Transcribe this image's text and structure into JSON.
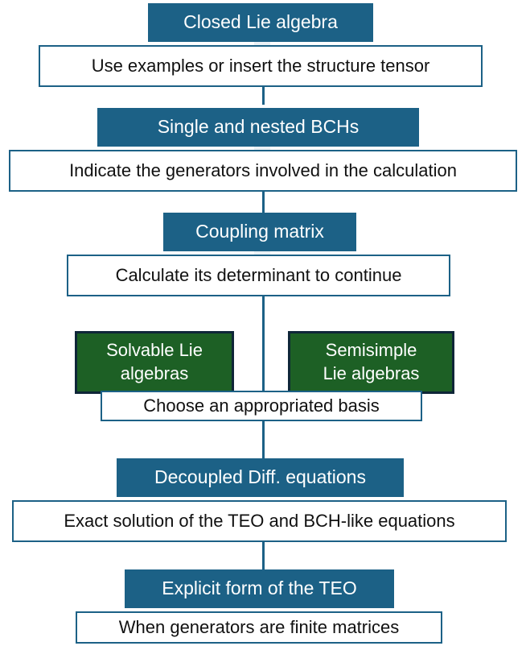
{
  "diagram": {
    "title": "Lie algebra time-evolution-operator solution flowchart",
    "type": "flowchart",
    "colors": {
      "header_fill": "#1c6186",
      "header_text": "#ffffff",
      "body_fill": "#ffffff",
      "body_border": "#1c6186",
      "body_text": "#111111",
      "green_fill": "#1d6025",
      "green_border": "#0f2638",
      "green_text": "#ffffff",
      "spine_band": "#eaf1f5",
      "connector": "#1c6186"
    },
    "steps": [
      {
        "id": "closed-lie-algebra",
        "header": "Closed Lie algebra",
        "body": "Use examples or insert the structure tensor"
      },
      {
        "id": "single-and-nested-bchs",
        "header": "Single and nested BCHs",
        "body": "Indicate the generators involved in the calculation"
      },
      {
        "id": "coupling-matrix",
        "header": "Coupling matrix",
        "body": "Calculate its determinant to continue"
      },
      {
        "id": "choose-basis",
        "header": "",
        "body": "Choose an appropriated basis"
      },
      {
        "id": "decoupled-diff-equations",
        "header": "Decoupled Diff. equations",
        "body": "Exact solution of the TEO and BCH-like equations"
      },
      {
        "id": "explicit-form-of-the-teo",
        "header": "Explicit form of the TEO",
        "body": "When generators are finite matrices"
      }
    ],
    "branches": [
      {
        "id": "solvable-lie-algebras",
        "line1": "Solvable Lie",
        "line2": "algebras"
      },
      {
        "id": "semisimple-lie-algebras",
        "line1": "Semisimple",
        "line2": "Lie algebras"
      }
    ]
  }
}
